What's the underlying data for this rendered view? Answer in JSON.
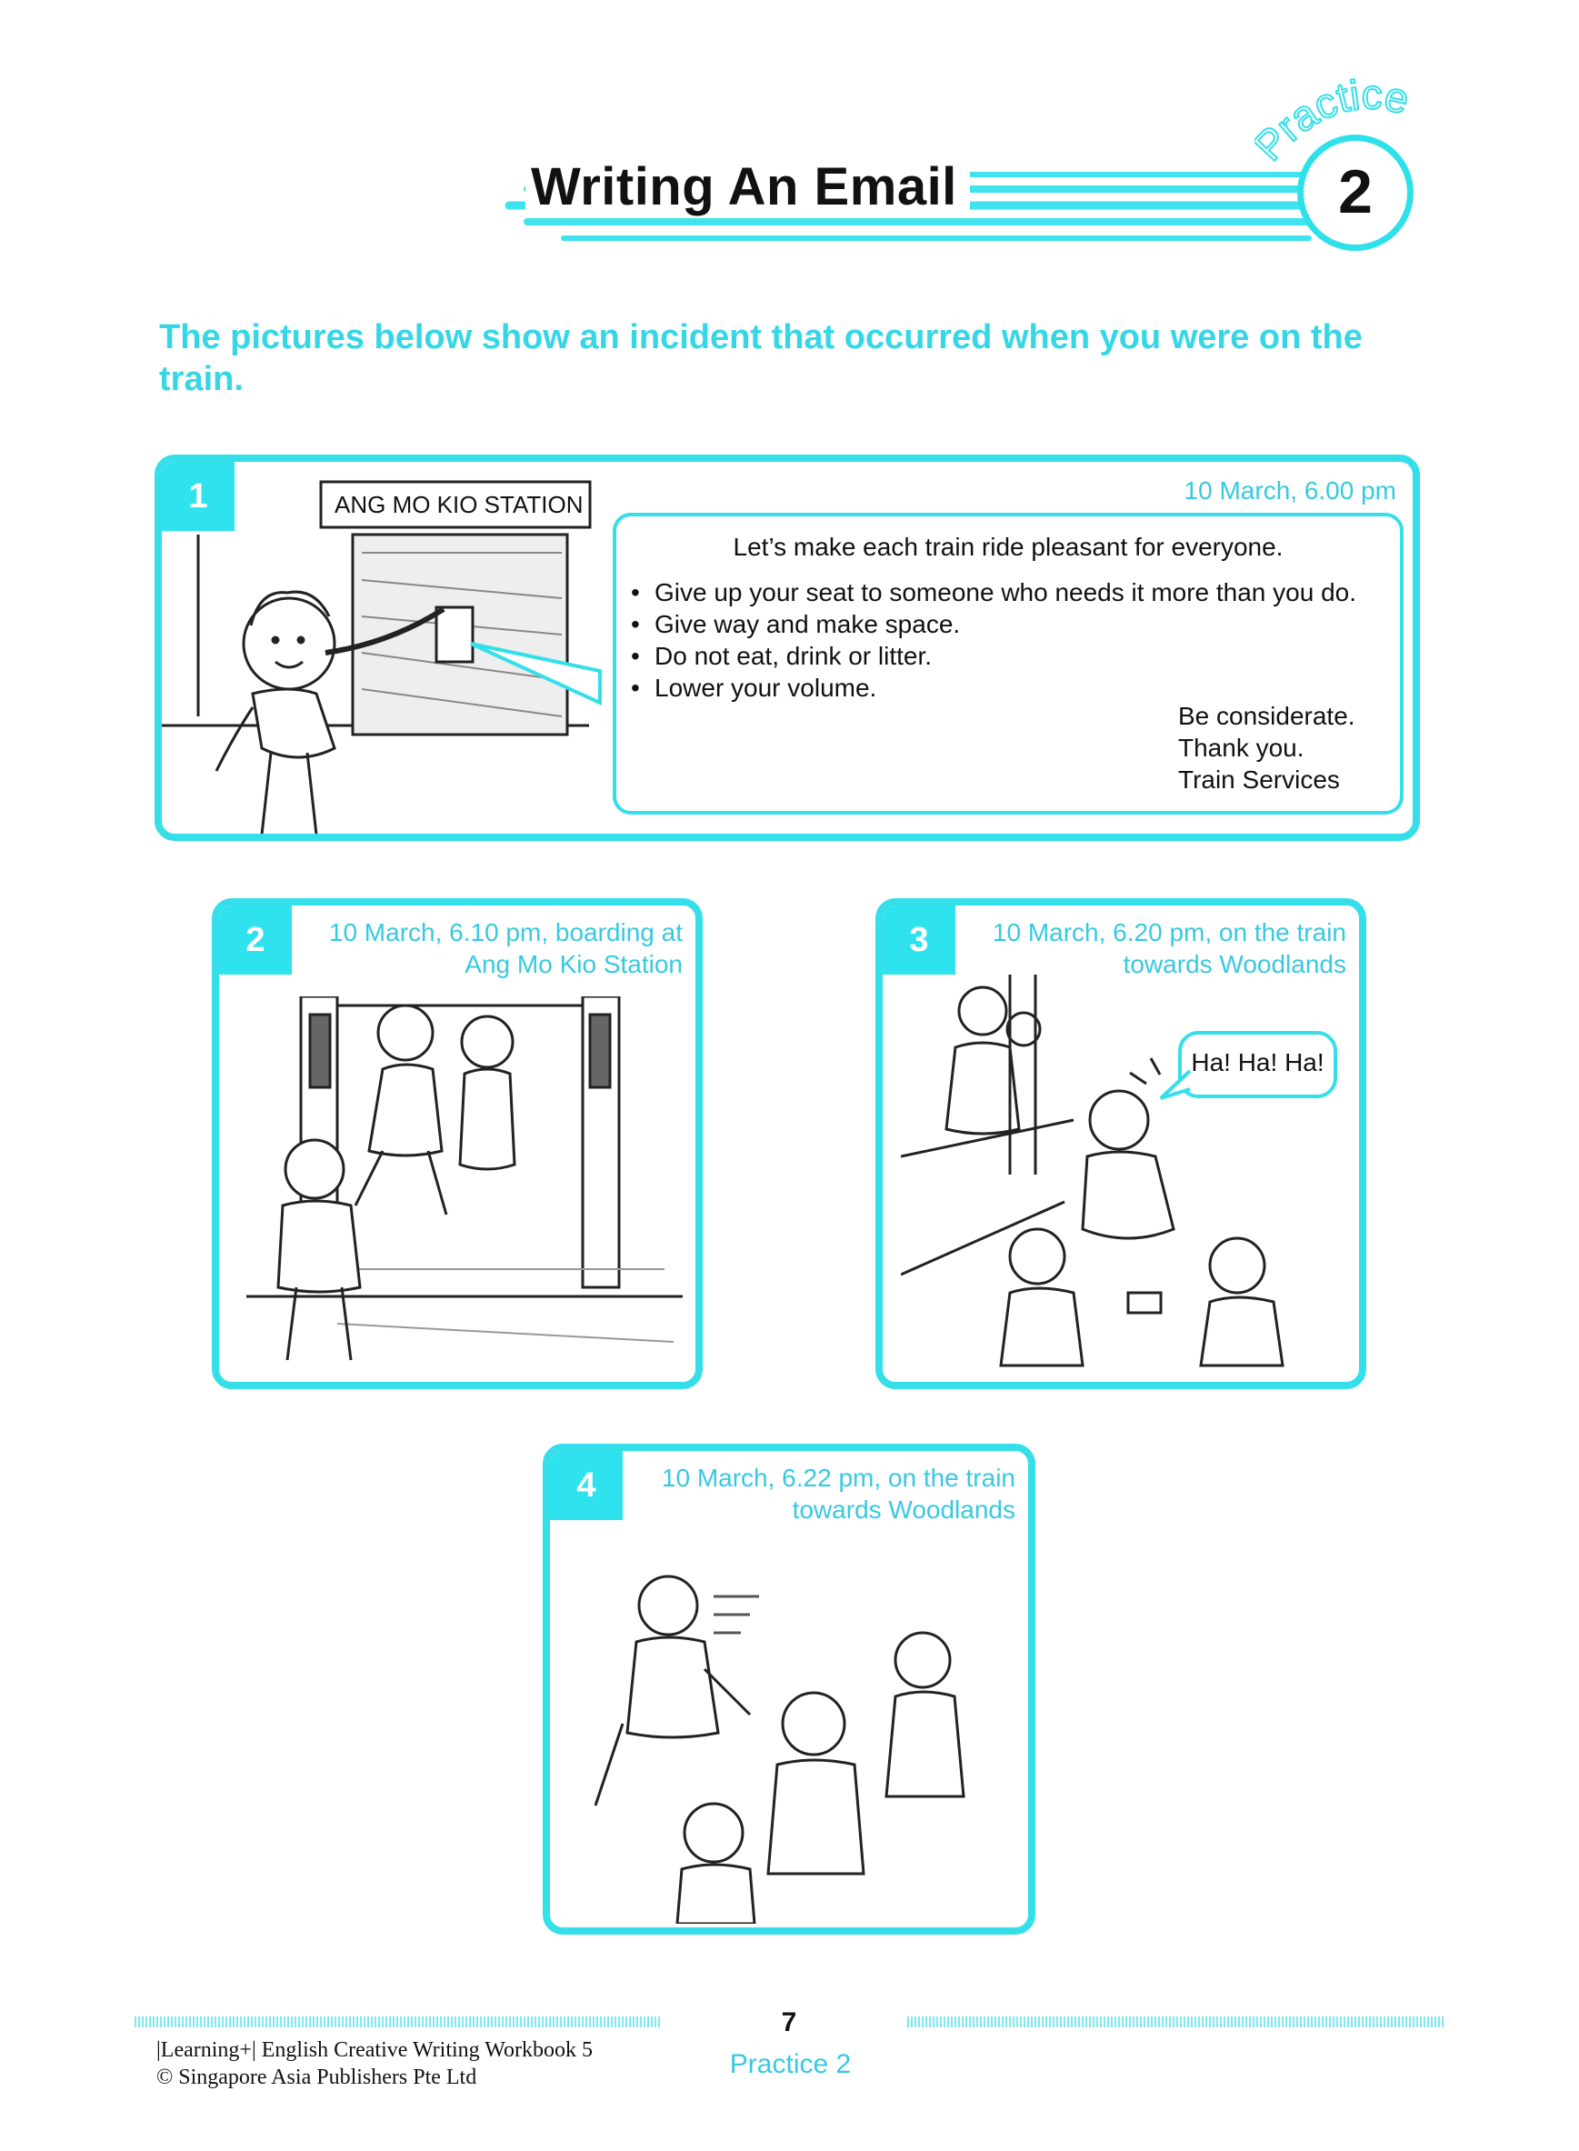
{
  "header": {
    "title": "Writing An Email",
    "practice_label": "Practice",
    "practice_number": "2"
  },
  "instructions": "The pictures below show an incident that occurred when you were on the train.",
  "panels": [
    {
      "number": "1",
      "caption": "10 March, 6.00 pm",
      "station_sign": "ANG MO KIO STATION",
      "notice": {
        "heading": "Let’s make each train ride pleasant for everyone.",
        "rules": [
          "Give up your seat to someone who needs it more than you do.",
          "Give way and make space.",
          "Do not eat, drink or litter.",
          "Lower your volume."
        ],
        "signoff": [
          "Be considerate.",
          "Thank you.",
          "Train Services"
        ]
      }
    },
    {
      "number": "2",
      "caption_lines": [
        "10 March, 6.10 pm, boarding at",
        "Ang Mo Kio Station"
      ]
    },
    {
      "number": "3",
      "caption_lines": [
        "10 March, 6.20 pm, on the train",
        "towards Woodlands"
      ],
      "speech": "Ha! Ha! Ha!"
    },
    {
      "number": "4",
      "caption_lines": [
        "10 March, 6.22 pm, on the train",
        "towards Woodlands"
      ]
    }
  ],
  "footer": {
    "page_number": "7",
    "book_title": "|Learning+| English Creative Writing Workbook 5",
    "copyright": "© Singapore Asia Publishers Pte Ltd",
    "practice_label": "Practice 2"
  },
  "colors": {
    "accent": "#35dfea",
    "caption_text": "#37c9e0"
  }
}
